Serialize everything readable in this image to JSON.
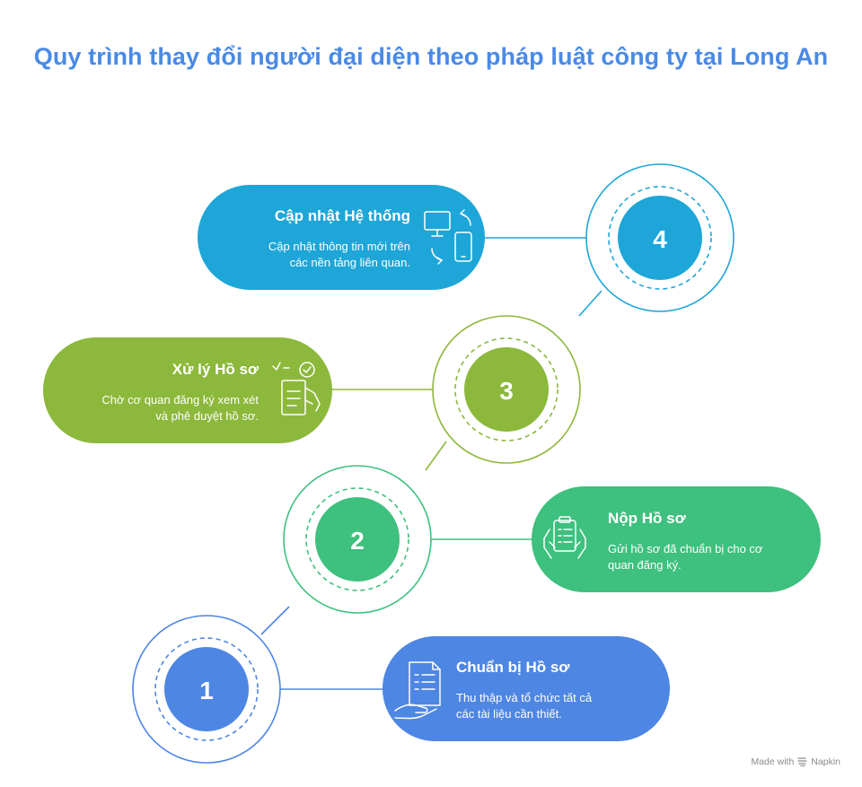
{
  "title": "Quy trình thay đổi người đại diện theo pháp luật công ty tại Long An",
  "steps": [
    {
      "number": "1",
      "title": "Chuẩn bị Hồ sơ",
      "description": "Thu thập và tổ chức tất cả các tài liệu cần thiết.",
      "desc_line1": "Thu thập và tổ chức tất cả",
      "desc_line2": "các tài liệu cần thiết.",
      "color": "#4e86e3",
      "icon": "document-hand-icon"
    },
    {
      "number": "2",
      "title": "Nộp Hồ sơ",
      "description": "Gửi hồ sơ đã chuẩn bị cho cơ quan đăng ký.",
      "desc_line1": "Gửi hồ sơ đã chuẩn bị cho cơ",
      "desc_line2": "quan đăng ký.",
      "color": "#3ec07e",
      "icon": "clipboard-hands-icon"
    },
    {
      "number": "3",
      "title": "Xử lý Hồ sơ",
      "description": "Chờ cơ quan đăng ký xem xét và phê duyệt hồ sơ.",
      "desc_line1": "Chờ cơ quan đăng ký xem xét",
      "desc_line2": "và phê duyệt hồ sơ.",
      "color": "#8cb83c",
      "icon": "checklist-hand-icon"
    },
    {
      "number": "4",
      "title": "Cập nhật Hệ thống",
      "description": "Cập nhật thông tin mới trên các nền tảng liên quan.",
      "desc_line1": "Cập nhật thông tin mới trên",
      "desc_line2": "các nền tảng liên quan.",
      "color": "#1ea6d8",
      "icon": "device-sync-icon"
    }
  ],
  "footer": {
    "made_with": "Made with",
    "brand": "Napkin"
  }
}
